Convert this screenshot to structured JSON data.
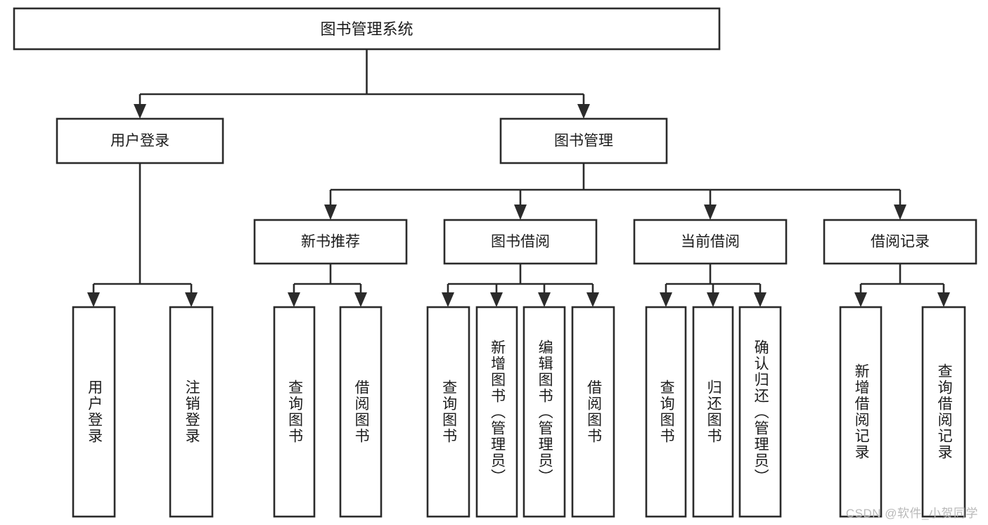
{
  "diagram": {
    "title": "图书管理系统",
    "type": "功能结构图",
    "watermark": "CSDN @软件_小贺同学",
    "colors": {
      "background": "#ffffff",
      "box_stroke": "#2b2b2b",
      "box_fill": "#ffffff",
      "text": "#1c1c1c",
      "watermark": "#b9b9b9"
    },
    "levels": {
      "root": {
        "label": "图书管理系统"
      },
      "level2": [
        {
          "id": "user-login",
          "label": "用户登录"
        },
        {
          "id": "book-management",
          "label": "图书管理"
        }
      ],
      "level3": [
        {
          "id": "new-book-recommend",
          "label": "新书推荐",
          "parent": "book-management"
        },
        {
          "id": "book-borrow",
          "label": "图书借阅",
          "parent": "book-management"
        },
        {
          "id": "current-borrow",
          "label": "当前借阅",
          "parent": "book-management"
        },
        {
          "id": "borrow-record",
          "label": "借阅记录",
          "parent": "book-management"
        }
      ],
      "leaves": [
        {
          "id": "leaf-user-login",
          "label": "用户登录",
          "parent": "user-login"
        },
        {
          "id": "leaf-user-logout",
          "label": "注销登录",
          "parent": "user-login"
        },
        {
          "id": "leaf-query-book-1",
          "label": "查询图书",
          "parent": "new-book-recommend"
        },
        {
          "id": "leaf-borrow-book-1",
          "label": "借阅图书",
          "parent": "new-book-recommend"
        },
        {
          "id": "leaf-query-book-2",
          "label": "查询图书",
          "parent": "book-borrow"
        },
        {
          "id": "leaf-add-book",
          "label": "新增图书（管理员）",
          "parent": "book-borrow"
        },
        {
          "id": "leaf-edit-book",
          "label": "编辑图书（管理员）",
          "parent": "book-borrow"
        },
        {
          "id": "leaf-borrow-book-2",
          "label": "借阅图书",
          "parent": "book-borrow"
        },
        {
          "id": "leaf-query-book-3",
          "label": "查询图书",
          "parent": "current-borrow"
        },
        {
          "id": "leaf-return-book",
          "label": "归还图书",
          "parent": "current-borrow"
        },
        {
          "id": "leaf-confirm-return",
          "label": "确认归还（管理员）",
          "parent": "current-borrow"
        },
        {
          "id": "leaf-add-record",
          "label": "新增借阅记录",
          "parent": "borrow-record"
        },
        {
          "id": "leaf-query-record",
          "label": "查询借阅记录",
          "parent": "borrow-record"
        }
      ]
    }
  }
}
